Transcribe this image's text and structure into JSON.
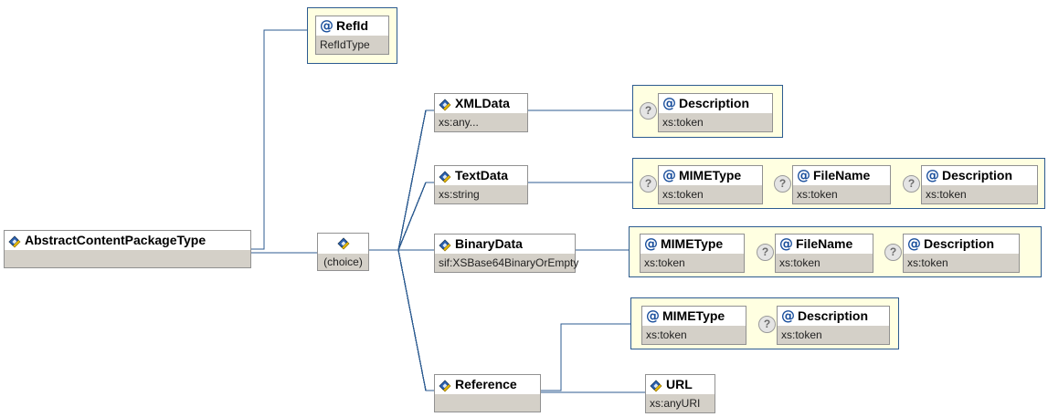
{
  "diagram": {
    "type": "xml-schema-diagram",
    "root": {
      "name": "AbstractContentPackageType",
      "icon": "element-icon",
      "subtitle": ""
    },
    "choice": {
      "label": "(choice)",
      "icon": "choice-icon"
    },
    "attributes_of_root": [
      {
        "name": "RefId",
        "icon": "attribute-icon",
        "type": "RefIdType",
        "optional": false
      }
    ],
    "children": [
      {
        "name": "XMLData",
        "icon": "element-icon",
        "type": "xs:any...",
        "attributes": [
          {
            "name": "Description",
            "icon": "attribute-icon",
            "type": "xs:token",
            "optional": true
          }
        ]
      },
      {
        "name": "TextData",
        "icon": "element-icon",
        "type": "xs:string",
        "attributes": [
          {
            "name": "MIMEType",
            "icon": "attribute-icon",
            "type": "xs:token",
            "optional": true
          },
          {
            "name": "FileName",
            "icon": "attribute-icon",
            "type": "xs:token",
            "optional": true
          },
          {
            "name": "Description",
            "icon": "attribute-icon",
            "type": "xs:token",
            "optional": true
          }
        ]
      },
      {
        "name": "BinaryData",
        "icon": "element-icon",
        "type": "sif:XSBase64BinaryOrEmpty",
        "attributes": [
          {
            "name": "MIMEType",
            "icon": "attribute-icon",
            "type": "xs:token",
            "optional": false
          },
          {
            "name": "FileName",
            "icon": "attribute-icon",
            "type": "xs:token",
            "optional": true
          },
          {
            "name": "Description",
            "icon": "attribute-icon",
            "type": "xs:token",
            "optional": true
          }
        ]
      },
      {
        "name": "Reference",
        "icon": "element-icon",
        "type": "",
        "attributes": [
          {
            "name": "MIMEType",
            "icon": "attribute-icon",
            "type": "xs:token",
            "optional": false
          },
          {
            "name": "Description",
            "icon": "attribute-icon",
            "type": "xs:token",
            "optional": true
          }
        ],
        "sub_elements": [
          {
            "name": "URL",
            "icon": "element-icon",
            "type": "xs:anyURI"
          }
        ]
      }
    ],
    "colors": {
      "line": "#2c5b90",
      "group_background": "#ffffe1",
      "group_border": "#2c5b90",
      "box_border": "#919191",
      "box_title_background": "#ffffff",
      "box_type_background": "#d4d0c8",
      "attribute_glyph": "#1a4f9c",
      "optional_marker_fill": "#e4e4e4"
    },
    "markers": {
      "optional": "?",
      "attribute_glyph": "@"
    }
  }
}
